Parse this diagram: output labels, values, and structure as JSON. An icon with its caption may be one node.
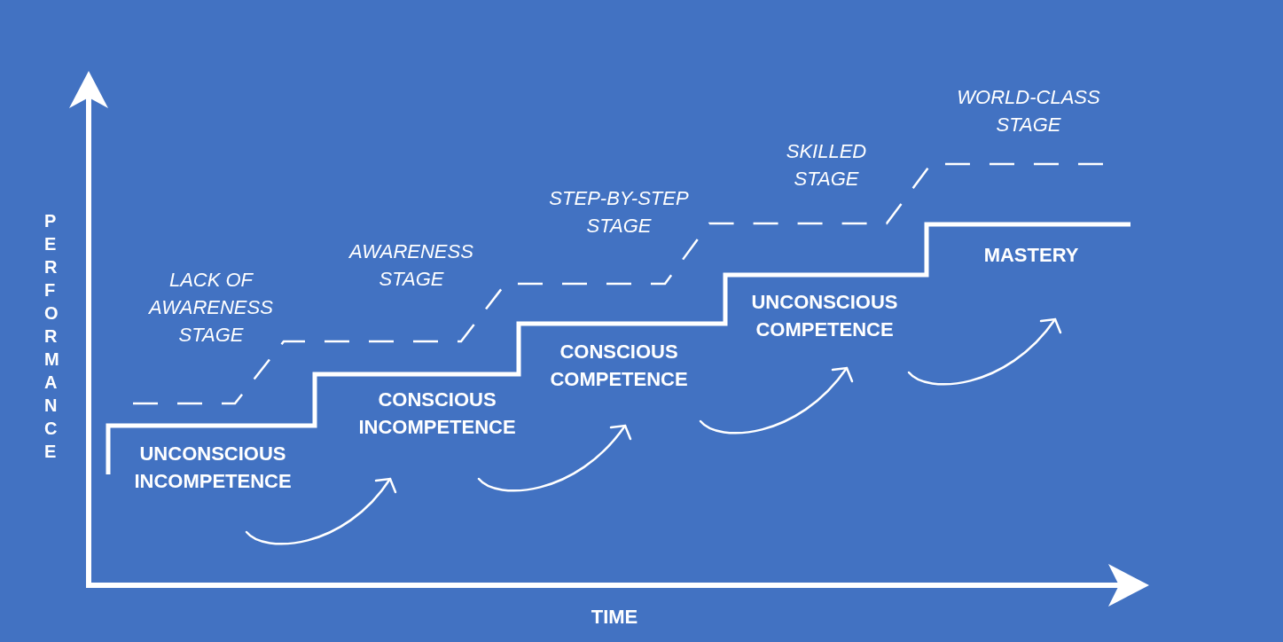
{
  "diagram": {
    "labels": [
      "LACK OF AWARENESS STAGE",
      "AWARENESS STAGE",
      "STEP-BY-STEP STAGE",
      "SKILLED STAGE",
      "WORLD-CLASS STAGE",
      "UNCONSCIOUS INCOMPETENCE",
      "CONSCIOUS INCOMPETENCE",
      "CONSCIOUS COMPETENCE",
      "UNCONSCIOUS COMPETENCE",
      "MASTERY",
      "PERFORMANCE",
      "TIME"
    ]
  }
}
